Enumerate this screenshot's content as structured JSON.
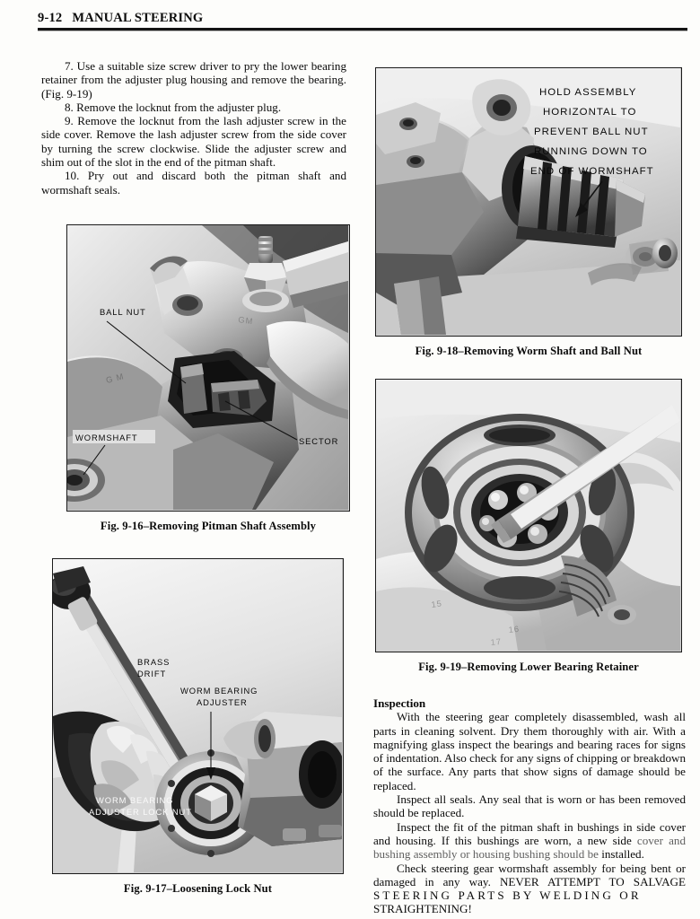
{
  "header": {
    "folio": "9-12",
    "section_title": "MANUAL STEERING"
  },
  "left_column": {
    "step7": "7. Use a suitable size screw driver to pry the lower bearing retainer from the adjuster plug housing and remove the bearing. (Fig. 9-19)",
    "step8": "8. Remove the locknut from the adjuster plug.",
    "step9": "9. Remove the locknut from the lash adjuster screw in the side cover. Remove the lash adjuster screw from the side cover by turning the screw clockwise. Slide the adjuster screw and shim out of the slot in the end of the pitman shaft.",
    "step10": "10. Pry out and discard both the pitman shaft and wormshaft seals."
  },
  "figures": {
    "fig916": {
      "caption": "Fig. 9-16–Removing Pitman Shaft Assembly",
      "labels": {
        "ball_nut": "BALL NUT",
        "wormshaft": "WORMSHAFT",
        "sector": "SECTOR"
      }
    },
    "fig917": {
      "caption": "Fig. 9-17–Loosening Lock Nut",
      "labels": {
        "brass_line1": "BRASS",
        "brass_line2": "DRIFT",
        "adjuster_line1": "WORM BEARING",
        "adjuster_line2": "ADJUSTER",
        "locknut_line1": "WORM BEARING",
        "locknut_line2": "ADJUSTER LOCK NUT"
      }
    },
    "fig918": {
      "caption": "Fig. 9-18–Removing Worm Shaft and Ball Nut",
      "callout": [
        "HOLD ASSEMBLY",
        "HORIZONTAL TO",
        "PREVENT BALL NUT",
        "RUNNING DOWN TO",
        "END OF  WORMSHAFT"
      ]
    },
    "fig919": {
      "caption": "Fig. 9-19–Removing Lower Bearing Retainer"
    }
  },
  "right_column": {
    "inspection_heading": "Inspection",
    "para1": "With the steering gear completely disassembled, wash all parts in cleaning solvent. Dry them thoroughly with air. With a magnifying glass inspect the bearings and bearing races for signs of indentation. Also check for any signs of chipping or breakdown of the surface. Any parts that show signs of damage should be replaced.",
    "para2": "Inspect all seals. Any seal that is worn or has been removed should be replaced.",
    "para3a": "Inspect the fit of the pitman shaft in bushings in side cover and housing. If this bushings are worn, a new side ",
    "para3b": "cover and bushing assembly or housing bushing should be",
    "para3c": " installed.",
    "para4a": "Check steering gear wormshaft assembly for being bent or damaged in any way. NEVER ATTEMPT TO SALVAGE ",
    "para4b": "STEERING PARTS BY WELDING OR",
    "para4c": "STRAIGHTENING!"
  },
  "colors": {
    "ink": "#0b0b0b",
    "paper": "#fdfdfb",
    "rule": "#141414"
  }
}
